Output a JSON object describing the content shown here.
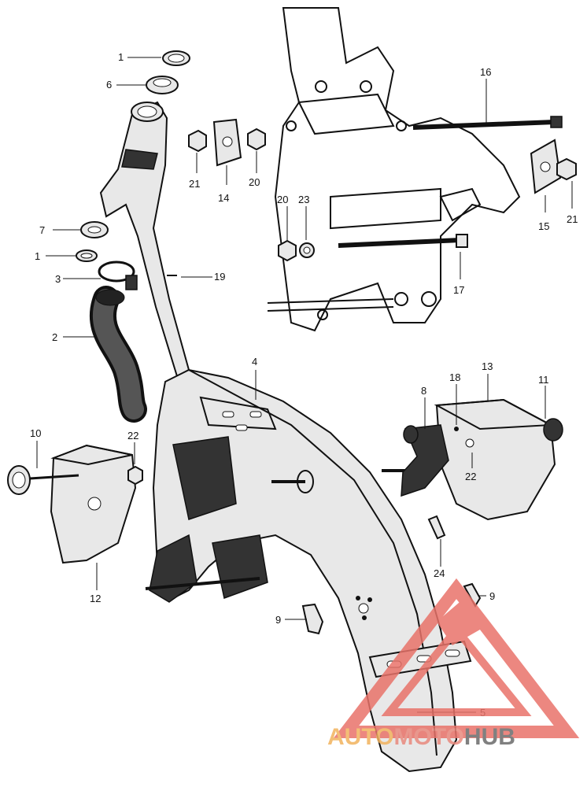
{
  "diagram": {
    "part_labels": [
      "1",
      "6",
      "21",
      "14",
      "20",
      "16",
      "7",
      "1",
      "3",
      "19",
      "20",
      "23",
      "15",
      "21",
      "17",
      "2",
      "4",
      "13",
      "18",
      "8",
      "11",
      "10",
      "22",
      "22",
      "12",
      "24",
      "9",
      "9",
      "5"
    ],
    "watermark": {
      "auto": "AUTO",
      "moto": "MOTO",
      "hub": "HUB"
    }
  }
}
